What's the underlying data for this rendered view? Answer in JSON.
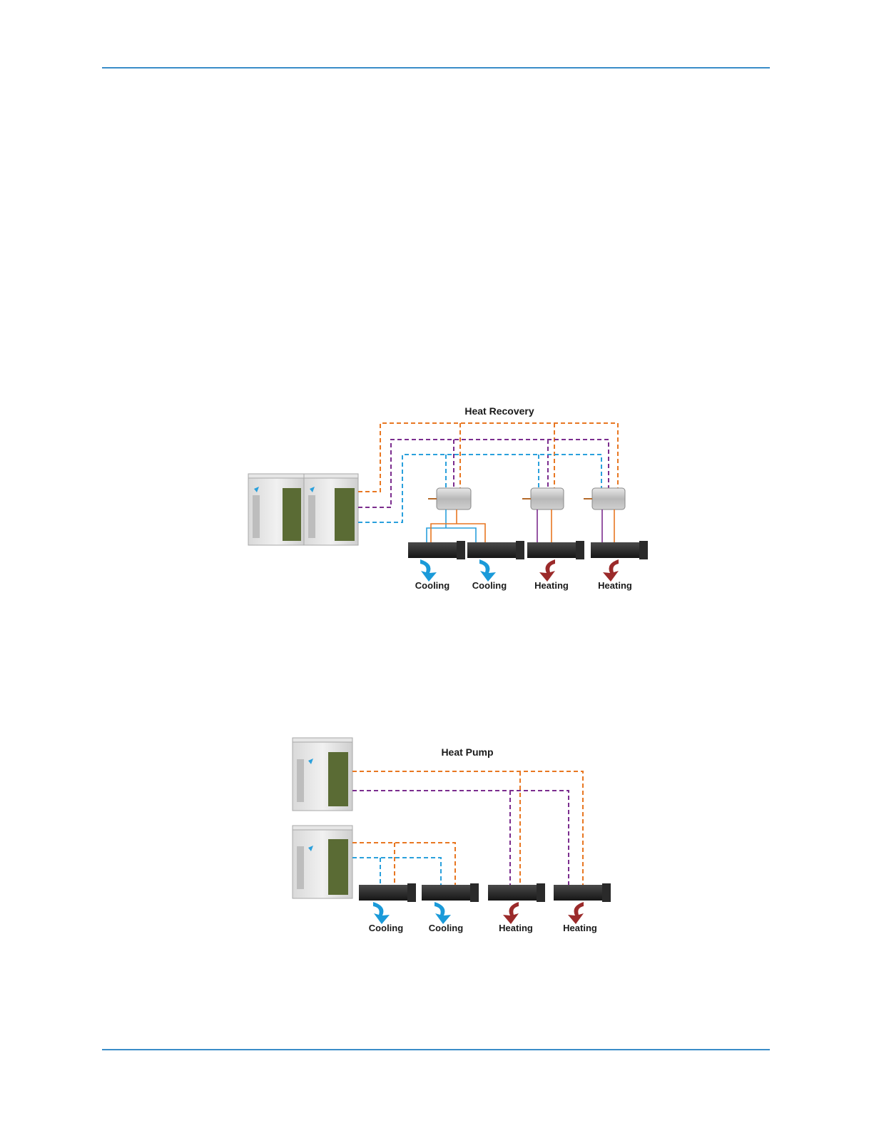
{
  "colors": {
    "rule": "#3a8dc8",
    "liquid_line": "#e87722",
    "gas_line": "#7b2d8e",
    "suction_line": "#2aa0dc",
    "cooling_arrow": "#1a9ad9",
    "heating_arrow": "#9b2a2a",
    "coil": "#5a6b34"
  },
  "heat_recovery": {
    "title": "Heat Recovery",
    "indoor_units": [
      {
        "label": "Cooling",
        "mode": "cooling"
      },
      {
        "label": "Cooling",
        "mode": "cooling"
      },
      {
        "label": "Heating",
        "mode": "heating"
      },
      {
        "label": "Heating",
        "mode": "heating"
      }
    ]
  },
  "heat_pump": {
    "title": "Heat Pump",
    "indoor_units": [
      {
        "label": "Cooling",
        "mode": "cooling"
      },
      {
        "label": "Cooling",
        "mode": "cooling"
      },
      {
        "label": "Heating",
        "mode": "heating"
      },
      {
        "label": "Heating",
        "mode": "heating"
      }
    ]
  }
}
